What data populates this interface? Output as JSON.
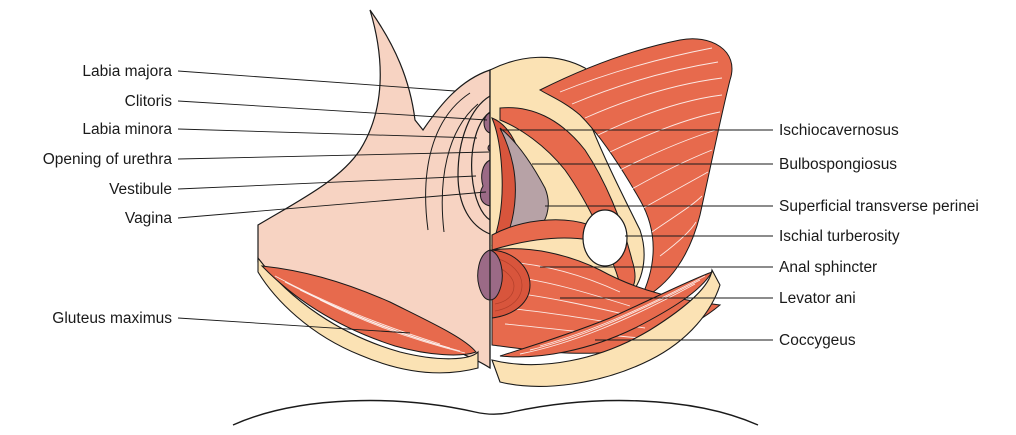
{
  "labels_left": [
    {
      "id": "labia-majora",
      "text": "Labia majora"
    },
    {
      "id": "clitoris",
      "text": "Clitoris"
    },
    {
      "id": "labia-minora",
      "text": "Labia minora"
    },
    {
      "id": "opening-of-urethra",
      "text": "Opening of urethra"
    },
    {
      "id": "vestibule",
      "text": "Vestibule"
    },
    {
      "id": "vagina",
      "text": "Vagina"
    },
    {
      "id": "gluteus-maximus",
      "text": "Gluteus maximus"
    }
  ],
  "labels_right": [
    {
      "id": "ischiocavernosus",
      "text": "Ischiocavernosus"
    },
    {
      "id": "bulbospongiosus",
      "text": "Bulbospongiosus"
    },
    {
      "id": "superficial-transverse-perinei",
      "text": "Superficial transverse perinei"
    },
    {
      "id": "ischial-turberosity",
      "text": "Ischial turberosity"
    },
    {
      "id": "anal-sphincter",
      "text": "Anal sphincter"
    },
    {
      "id": "levator-ani",
      "text": "Levator ani"
    },
    {
      "id": "coccygeus",
      "text": "Coccygeus"
    }
  ],
  "colors": {
    "skin": "#f7d3c2",
    "fat": "#fbe2b4",
    "muscle": "#e76a4d",
    "mucosa": "#9b6a86"
  }
}
